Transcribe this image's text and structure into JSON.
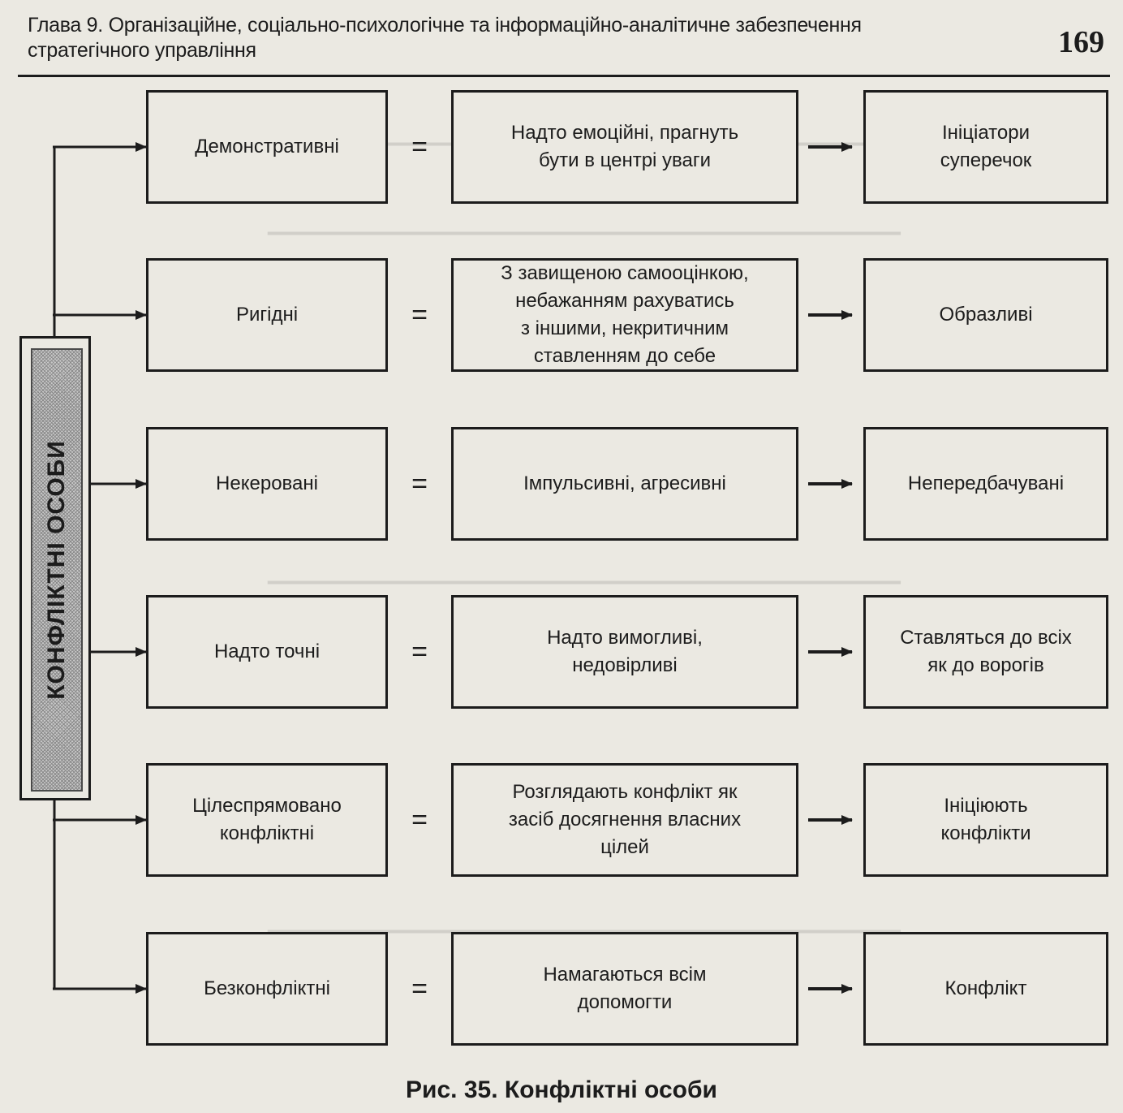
{
  "header": {
    "title": "Глава 9. Організаційне, соціально-психологічне та інформаційно-аналітичне забезпечення стратегічного управління",
    "page_number": "169"
  },
  "diagram": {
    "source_label": "КОНФЛІКТНІ ОСОБИ",
    "equals_sign": "=",
    "rows": [
      {
        "type": "Демонстративні",
        "traits": [
          "Надто емоційні, прагнуть",
          "бути в центрі уваги"
        ],
        "result": [
          "Ініціатори",
          "суперечок"
        ]
      },
      {
        "type": "Ригідні",
        "traits": [
          "З завищеною самооцінкою,",
          "небажанням рахуватись",
          "з іншими, некритичним",
          "ставленням до себе"
        ],
        "result": [
          "Образливі"
        ]
      },
      {
        "type": "Некеровані",
        "traits": [
          "Імпульсивні, агресивні"
        ],
        "result": [
          "Непередбачувані"
        ]
      },
      {
        "type": "Надто точні",
        "traits": [
          "Надто вимогливі,",
          "недовірливі"
        ],
        "result": [
          "Ставляться до всіх",
          "як до ворогів"
        ]
      },
      {
        "type": "Цілеспрямовано конфліктні",
        "traits": [
          "Розглядають конфлікт як",
          "засіб досягнення власних",
          "цілей"
        ],
        "result": [
          "Ініціюють",
          "конфлікти"
        ]
      },
      {
        "type": "Безконфліктні",
        "traits": [
          "Намагаються всім",
          "допомогти"
        ],
        "result": [
          "Конфлікт"
        ]
      }
    ]
  },
  "caption": "Рис. 35. Конфліктні особи"
}
